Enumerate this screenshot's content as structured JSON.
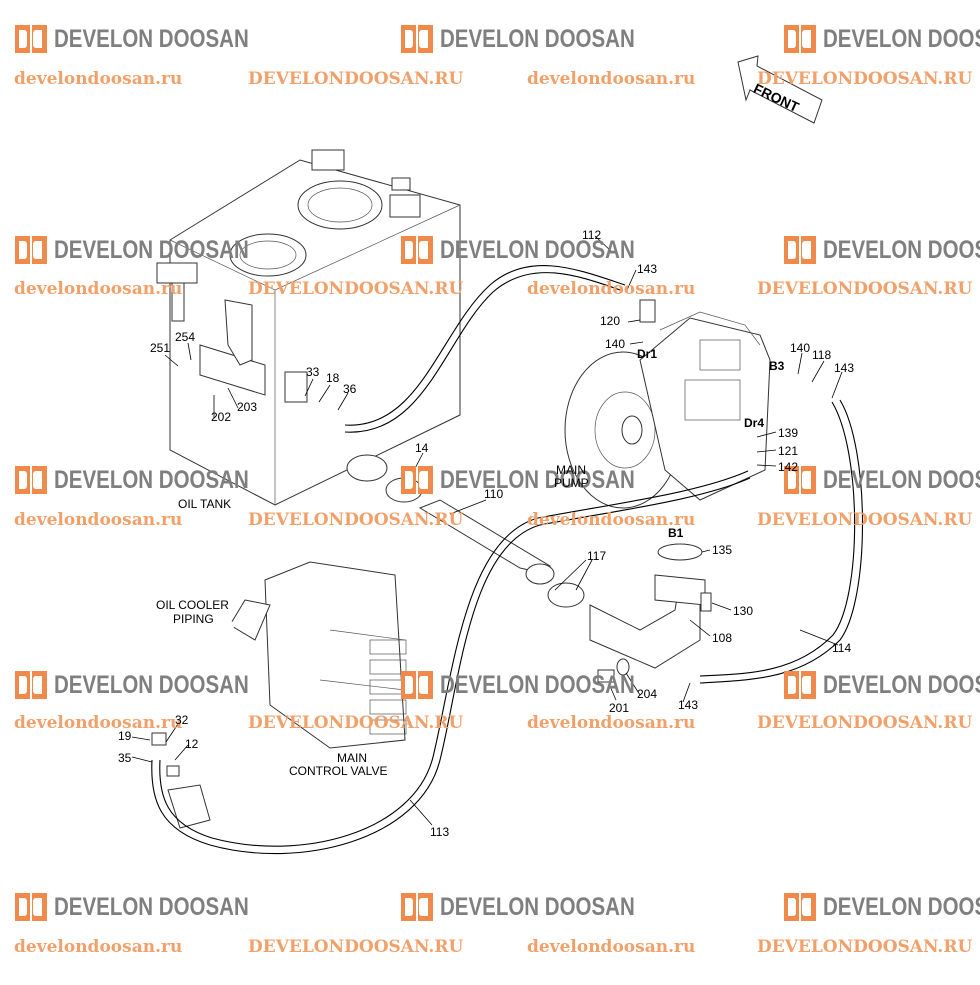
{
  "colors": {
    "brand_gray": "#7f7f7f",
    "site_orange": "#f2a06a",
    "logo_orange": "#ef8a4a",
    "line": "#000000"
  },
  "watermark": {
    "brand": "DEVELON DOOSAN",
    "site_lower": "develondoosan.ru",
    "site_upper": "DEVELONDOOSAN.RU"
  },
  "direction_arrow": {
    "label": "FRONT",
    "icon": "front-arrow-icon"
  },
  "assemblies": {
    "oil_tank": "OIL TANK",
    "main_pump_1": "MAIN",
    "main_pump_2": "PUMP",
    "oil_cooler_1": "OIL COOLER",
    "oil_cooler_2": "PIPING",
    "control_valve_1": "MAIN",
    "control_valve_2": "CONTROL VALVE"
  },
  "ports": {
    "dr1": "Dr1",
    "b3": "B3",
    "dr4": "Dr4",
    "b1": "B1"
  },
  "callouts": {
    "c112": "112",
    "c143a": "143",
    "c120": "120",
    "c140a": "140",
    "c140b": "140",
    "c118": "118",
    "c143b": "143",
    "c139": "139",
    "c121": "121",
    "c142": "142",
    "c251": "251",
    "c254": "254",
    "c33": "33",
    "c18": "18",
    "c36": "36",
    "c202": "202",
    "c203": "203",
    "c14": "14",
    "c110": "110",
    "c135": "135",
    "c117": "117",
    "c130": "130",
    "c108": "108",
    "c114": "114",
    "c201": "201",
    "c204": "204",
    "c143c": "143",
    "c32": "32",
    "c19": "19",
    "c12": "12",
    "c35": "35",
    "c113": "113"
  }
}
